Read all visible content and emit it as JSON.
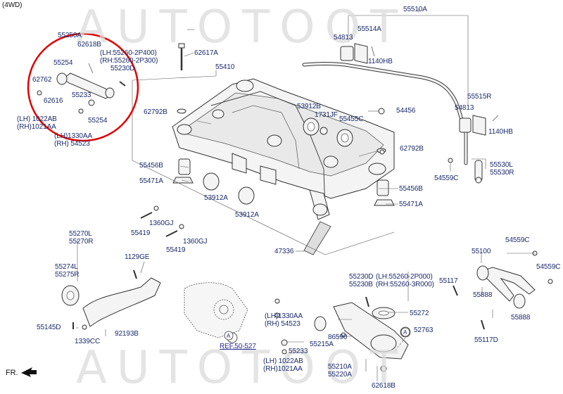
{
  "header": {
    "variant": "(4WD)"
  },
  "watermark": {
    "text": "AUTOTOOT"
  },
  "direction": {
    "label": "FR."
  },
  "highlight": {
    "color": "#e00000"
  },
  "ref": {
    "label": "REF.50-527",
    "marker": "A"
  },
  "labels": {
    "p55510A": "55510A",
    "p55514A": "55514A",
    "p54813_top": "54813",
    "p1140HB_top": "1140HB",
    "p55515R": "55515R",
    "p54813_mid": "54813",
    "p1140HB_mid": "1140HB",
    "p55530L": "55530L",
    "p55530R": "55530R",
    "p54559C_right": "54559C",
    "p55250A": "55250A",
    "p62618B_top": "62618B",
    "pLH552602P400": "(LH:55260-2P400)",
    "pRH552602P300": "(RH:55260-2P300)",
    "p55230D_top": "55230D",
    "p55254_a": "55254",
    "p62762": "62762",
    "p62616": "62616",
    "p55233_top": "55233",
    "p55254_b": "55254",
    "pLH1022AB": "(LH) 1022AB",
    "pRH1021AA_top": "(RH)1021AA",
    "pLH1330AA_top": "(LH)1330AA",
    "pRH54523_top": "(RH)  54523",
    "p62617A": "62617A",
    "p55410": "55410",
    "p62792B_left": "62792B",
    "p53912B": "53912B",
    "p1731JF": "1731JF",
    "p55455C": "55455C",
    "p54456": "54456",
    "p62792B_right": "62792B",
    "p55456B_left": "55456B",
    "p55471A_left": "55471A",
    "p53912A_a": "53912A",
    "p53912A_b": "53912A",
    "p55456B_right": "55456B",
    "p55471A_right": "55471A",
    "p55419_a": "55419",
    "p1360GJ_a": "1360GJ",
    "p55419_b": "55419",
    "p1360GJ_b": "1360GJ",
    "p47336": "47336",
    "p55270L": "55270L",
    "p55270R": "55270R",
    "p1129GE": "1129GE",
    "p55274L": "55274L",
    "p55275R": "55275R",
    "p55145D": "55145D",
    "p92193B": "92193B",
    "p1339CC": "1339CC",
    "p55230D_bot": "55230D",
    "pLH552602P000": "(LH:55260-2P000)",
    "p55230B": "55230B",
    "pRH552603R000": "(RH:55260-3R000)",
    "p55272": "55272",
    "p52763": "52763",
    "pLH1330AA_bot": "(LH)1330AA",
    "pRH54523_bot": "(RH)  54523",
    "p86590": "86590",
    "p55215A": "55215A",
    "p55233_bot": "55233",
    "pLH1022AB_bot": "(LH)  1022AB",
    "pRH1021AA_bot": "(RH)1021AA",
    "p55210A": "55210A",
    "p55220A": "55220A",
    "p62618B_bot": "62618B",
    "p54559C_a": "54559C",
    "p55100": "55100",
    "p54559C_b": "54559C",
    "p55117": "55117",
    "p55888_a": "55888",
    "p55888_b": "55888",
    "p55117D": "55117D"
  }
}
